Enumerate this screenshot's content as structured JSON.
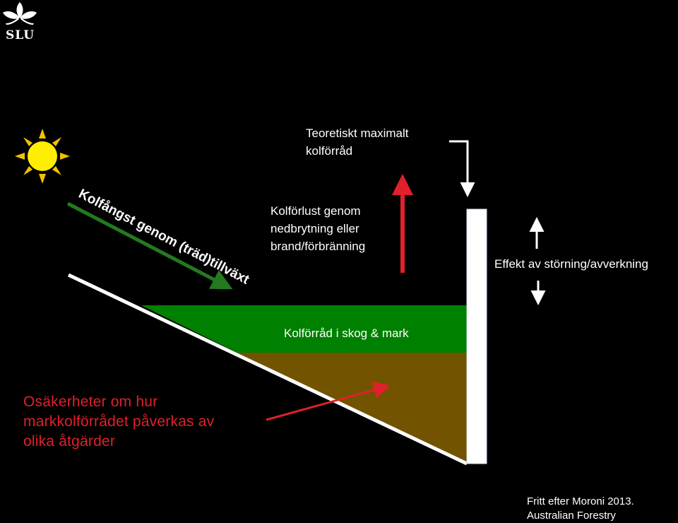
{
  "logo": {
    "text": "SLU",
    "icon": "leaf-logo-icon"
  },
  "labels": {
    "max_storage_line1": "Teoretiskt maximalt",
    "max_storage_line2": "kolförråd",
    "loss_line1": "Kolförlust genom",
    "loss_line2": "nedbrytning eller",
    "loss_line3": "brand/förbränning",
    "capture": "Kolfångst genom (träd)tillväxt",
    "disturbance": "Effekt av störning/avverkning",
    "storage": "Kolförråd i skog & mark",
    "uncertainty_line1": "Osäkerheter om hur",
    "uncertainty_line2": "markkolförrådet påverkas av",
    "uncertainty_line3": "olika åtgärder",
    "credit_line1": "Fritt efter Moroni 2013.",
    "credit_line2": "Australian Forestry"
  },
  "colors": {
    "background": "#000000",
    "sun": "#ffee00",
    "sun_rays": "#f2c200",
    "capture_arrow": "#237a1f",
    "loss_arrow": "#e0202a",
    "forest_layer": "#008000",
    "soil_layer": "#725300",
    "bar": "#ffffff",
    "uncertainty_text": "#e0202a"
  },
  "icons": {
    "sun": "sun-icon",
    "capture_arrow": "green-arrow-icon",
    "loss_arrow": "red-up-arrow-icon",
    "max_arrow": "down-arrow-icon",
    "disturbance_up": "up-arrow-icon",
    "disturbance_down": "down-arrow-icon",
    "uncertainty_arrow": "red-arrow-icon"
  }
}
